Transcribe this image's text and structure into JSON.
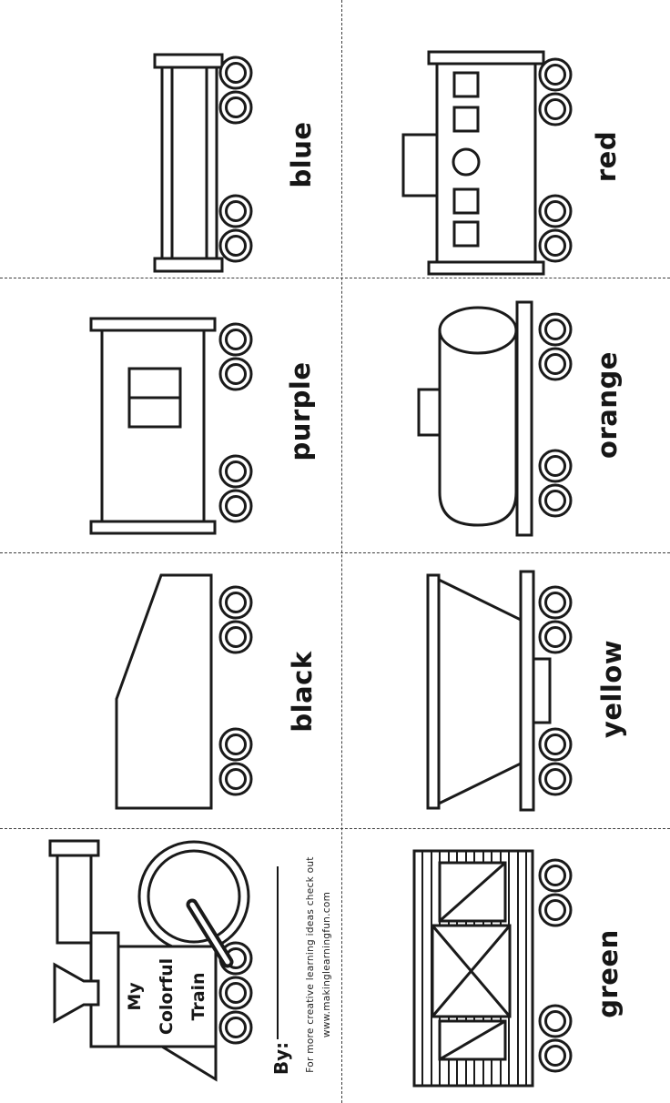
{
  "worksheet": {
    "background_color": "#ffffff",
    "ink_color": "#1a1a1a"
  },
  "cars": {
    "blue": {
      "label": "blue",
      "car_type": "gondola-car"
    },
    "red": {
      "label": "red",
      "car_type": "caboose"
    },
    "purple": {
      "label": "purple",
      "car_type": "passenger-car"
    },
    "orange": {
      "label": "orange",
      "car_type": "tanker-car"
    },
    "black": {
      "label": "black",
      "car_type": "tender-car"
    },
    "yellow": {
      "label": "yellow",
      "car_type": "hopper-car"
    },
    "green": {
      "label": "green",
      "car_type": "boxcar"
    }
  },
  "engine": {
    "title_lines": [
      "My",
      "Colorful",
      "Train"
    ],
    "by_label": "By:",
    "credit_line1": "For more creative learning ideas check out",
    "credit_line2": "www.makinglearningfun.com"
  }
}
